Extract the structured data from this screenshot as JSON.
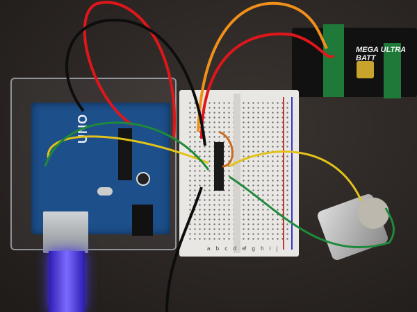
{
  "board": {
    "label": "UNO"
  },
  "breadboard": {
    "columns_left": "a b c d e",
    "columns_right": "f g h i j"
  },
  "battery": {
    "label": "MEGA ULTRA BATT"
  },
  "colors": {
    "red_wire": "#e0161b",
    "orange_wire": "#f0901a",
    "black_wire": "#0d0d0d",
    "yellow_wire": "#e2c21a",
    "green_wire": "#1f8a3b",
    "board": "#1d4f8a"
  }
}
